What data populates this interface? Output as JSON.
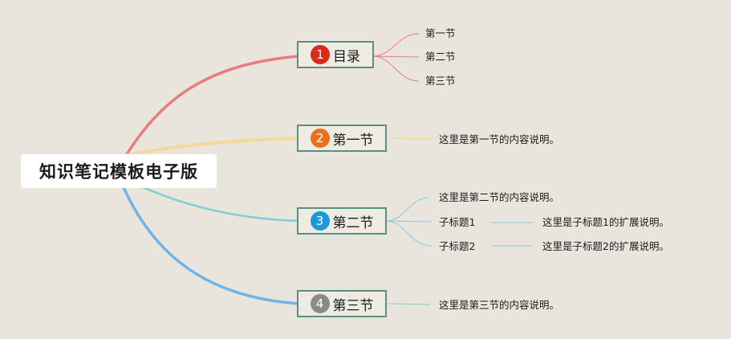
{
  "root": {
    "title": "知识笔记模板电子版"
  },
  "sections": [
    {
      "badge": "1",
      "label": "目录",
      "color": "#d92a1c",
      "items": [
        "第一节",
        "第二节",
        "第三节"
      ]
    },
    {
      "badge": "2",
      "label": "第一节",
      "color": "#e8711c",
      "items": [
        "这里是第一节的内容说明。"
      ]
    },
    {
      "badge": "3",
      "label": "第二节",
      "color": "#1b9ad6",
      "items": [
        "这里是第二节的内容说明。",
        "子标题1",
        "子标题2"
      ],
      "sub_notes": [
        "这里是子标题1的扩展说明。",
        "这里是子标题2的扩展说明。"
      ]
    },
    {
      "badge": "4",
      "label": "第三节",
      "color": "#8a8a8a",
      "items": [
        "这里是第三节的内容说明。"
      ]
    }
  ],
  "colors": {
    "branch_red": "#ea7b81",
    "branch_yellow": "#f4d996",
    "branch_teal": "#84cbd8",
    "branch_blue": "#6fb4e8",
    "node_border": "#5a8f83",
    "background": "#e9e5dd"
  }
}
